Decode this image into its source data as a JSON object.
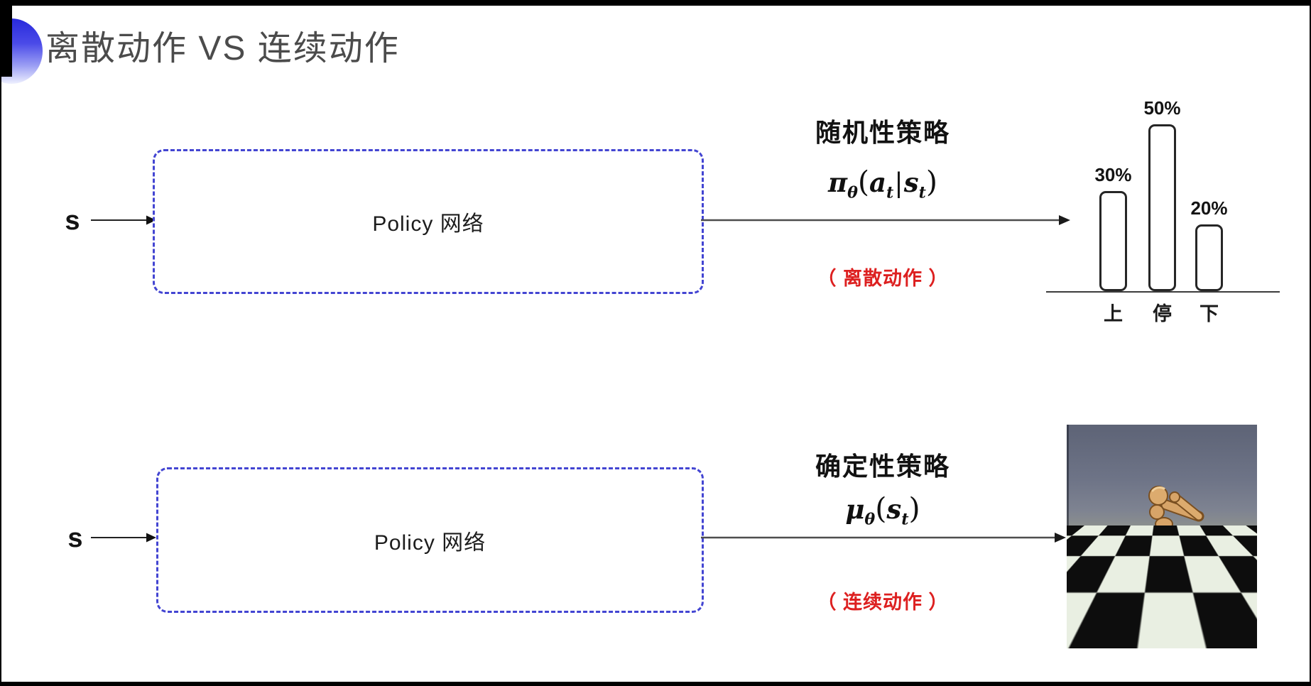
{
  "slide": {
    "title": "离散动作 VS 连续动作"
  },
  "colors": {
    "accent_blue": "#4345d2",
    "box_dash_blue": "#4345d2",
    "action_note_red": "#dd2020"
  },
  "top_flow": {
    "input_label": "s",
    "box_label": "Policy 网络",
    "policy_title": "随机性策略",
    "formula": {
      "base": "π",
      "base_sub": "θ",
      "open": "(",
      "arg1": "a",
      "arg1_sub": "t",
      "sep": "|",
      "arg2": "s",
      "arg2_sub": "t",
      "close": ")"
    },
    "action_note": "（ 离散动作 ）"
  },
  "bottom_flow": {
    "input_label": "s",
    "box_label": "Policy 网络",
    "policy_title": "确定性策略",
    "formula": {
      "base": "μ",
      "base_sub": "θ",
      "open": "(",
      "arg1": "s",
      "arg1_sub": "t",
      "close": ")"
    },
    "action_note": "（ 连续动作 ）",
    "illustration": "humanoid robot on checkerboard floor (physics simulation)"
  },
  "chart_data": {
    "type": "bar",
    "categories": [
      "上",
      "停",
      "下"
    ],
    "values": [
      30,
      50,
      20
    ],
    "value_labels": [
      "30%",
      "50%",
      "20%"
    ],
    "title": "",
    "xlabel": "",
    "ylabel": "",
    "ylim": [
      0,
      60
    ],
    "grid": false,
    "legend": false,
    "style": "outlined white rounded bars, baseline axis only"
  }
}
